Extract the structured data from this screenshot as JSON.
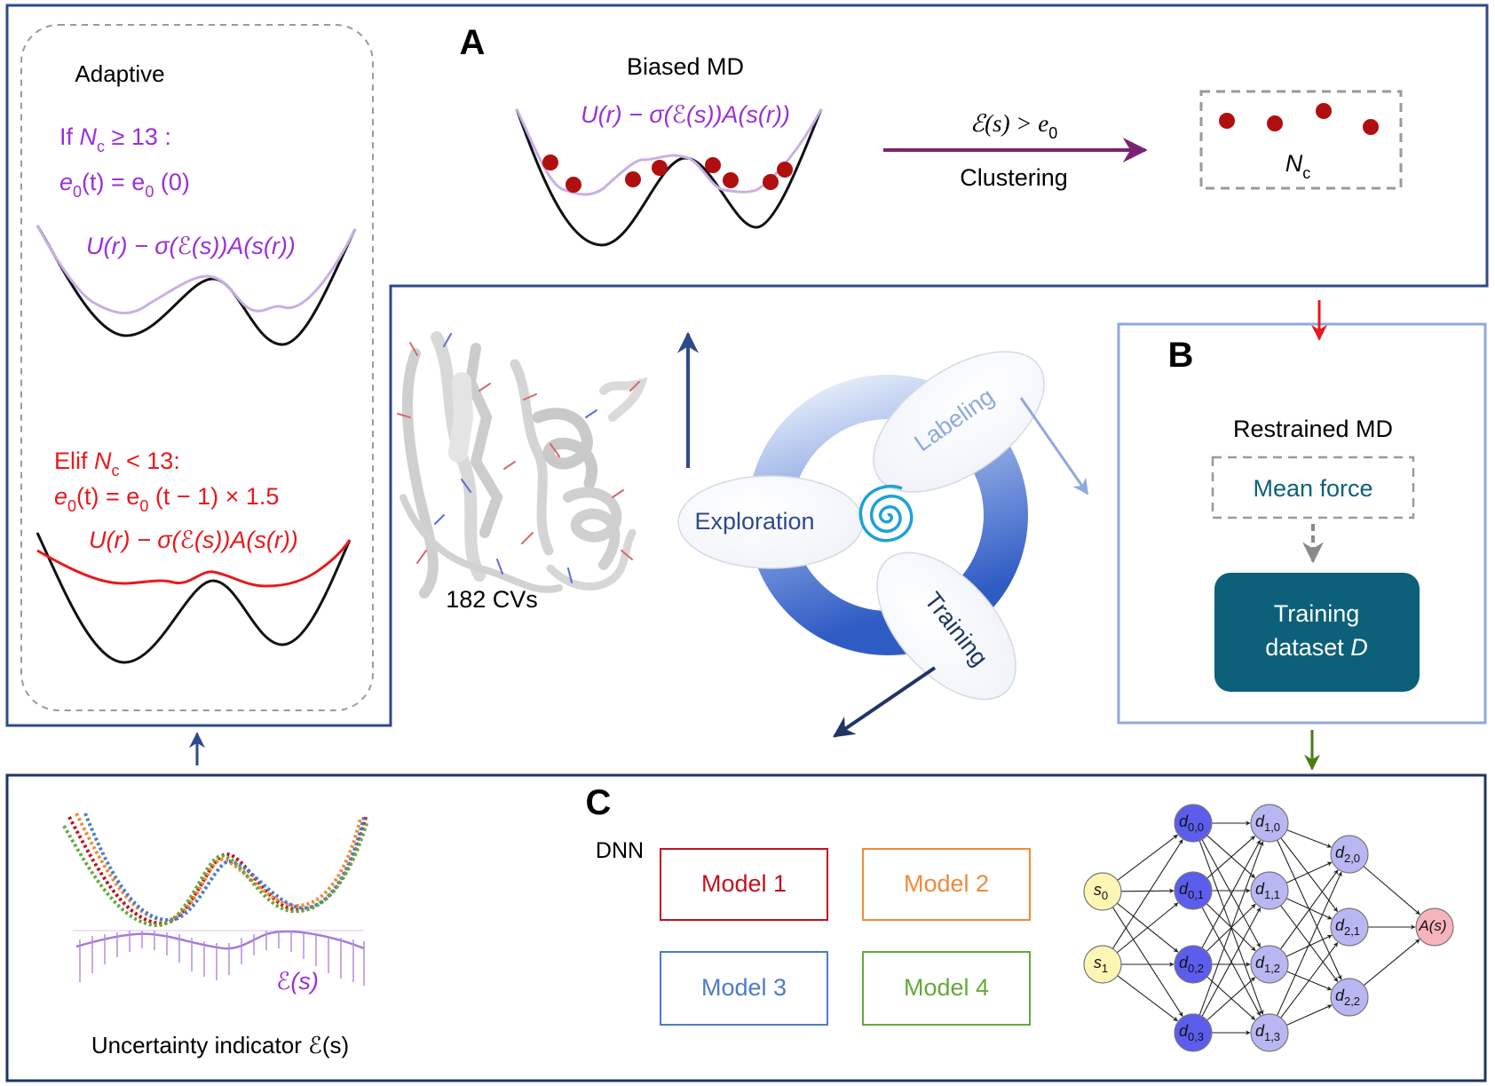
{
  "colors": {
    "frame_blue": "#2e4a8c",
    "frame_light_blue": "#8fa9df",
    "purple": "#9b30d6",
    "light_purple": "#c8b0e3",
    "red": "#e8191c",
    "dark_red": "#b10f0f",
    "teal": "#0d6079",
    "arrow_purple": "#7a2372",
    "arrow_red": "#e8191c",
    "arrow_green": "#4a7c16",
    "model1": "#c1121f",
    "model2": "#f08a3a",
    "model3": "#4c7bcb",
    "model4": "#66a83a"
  },
  "panel_a": {
    "label": "A",
    "biased_md_title": "Biased MD",
    "bias_equation": "U(r) − σ(ℰ(s))A(s(r))",
    "condition": "ℰ(s) > e",
    "condition_sub": "0",
    "clustering": "Clustering",
    "nc_label": "N",
    "nc_sub": "c"
  },
  "adaptive": {
    "title": "Adaptive",
    "if_prefix": "If ",
    "if_var": "N",
    "if_sub": "c",
    "if_rest": " ≥ 13 :",
    "rule1_a": "e",
    "rule1_sub_a": "0",
    "rule1_b": "(t) = e",
    "rule1_sub_b": "0",
    "rule1_c": " (0)",
    "eq1": "U(r) − σ(ℰ(s))A(s(r))",
    "elif_prefix": "Elif ",
    "elif_var": "N",
    "elif_sub": "c",
    "elif_rest": " < 13:",
    "rule2_a": "e",
    "rule2_sub_a": "0",
    "rule2_b": "(t) = e",
    "rule2_sub_b": "0",
    "rule2_c": " (t − 1) × 1.5",
    "eq2": "U(r) − σ(ℰ(s))A(s(r))"
  },
  "center": {
    "cvs_label": "182 CVs",
    "exploration": "Exploration",
    "labeling": "Labeling",
    "training": "Training"
  },
  "panel_b": {
    "label": "B",
    "title": "Restrained MD",
    "mean_force": "Mean force",
    "training_line1": "Training",
    "training_line2": "dataset ",
    "training_var": "D"
  },
  "panel_c": {
    "label": "C",
    "dnn": "DNN",
    "models": [
      "Model 1",
      "Model 2",
      "Model 3",
      "Model 4"
    ],
    "uncertainty_title": "Uncertainty indicator ℰ(s)",
    "uncertainty_symbol": "ℰ(s)",
    "nodes": {
      "input": [
        "s0",
        "s1"
      ],
      "layer0": [
        "d0,0",
        "d0,1",
        "d0,2",
        "d0,3"
      ],
      "layer1": [
        "d1,0",
        "d1,1",
        "d1,2",
        "d1,3"
      ],
      "layer2": [
        "d2,0",
        "d2,1",
        "d2,2"
      ],
      "output": "A(s)"
    }
  }
}
